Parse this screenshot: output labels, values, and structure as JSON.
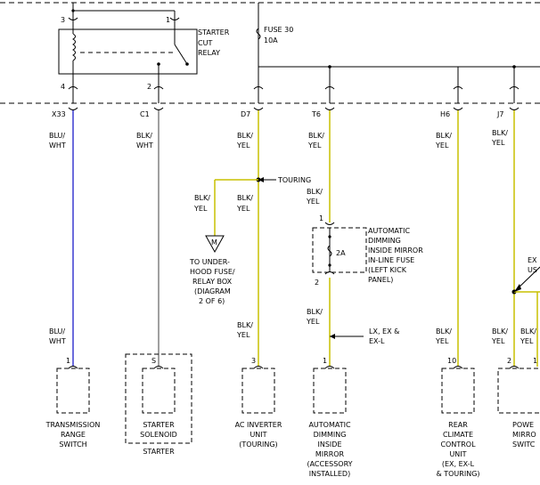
{
  "relay": {
    "label": [
      "STARTER",
      "CUT",
      "RELAY"
    ],
    "pins": {
      "p3": "3",
      "p1": "1",
      "p4": "4",
      "p2": "2"
    }
  },
  "fuse": {
    "name": "FUSE 30",
    "rating": "10A"
  },
  "connectors": [
    {
      "id": "X33",
      "color_code": [
        "BLU/",
        "WHT"
      ]
    },
    {
      "id": "C1",
      "color_code": [
        "BLK/",
        "WHT"
      ]
    },
    {
      "id": "D7",
      "color_code": [
        "BLK/",
        "YEL"
      ]
    },
    {
      "id": "T6",
      "color_code": [
        "BLK/",
        "YEL"
      ]
    },
    {
      "id": "H6",
      "color_code": [
        "BLK/",
        "YEL"
      ]
    },
    {
      "id": "J7",
      "color_code": [
        "BLK/",
        "YEL"
      ]
    }
  ],
  "touring": {
    "label": "TOURING",
    "branch_color": [
      "BLK/",
      "YEL"
    ],
    "main_color": [
      "BLK/",
      "YEL"
    ],
    "ground": "M",
    "ground_label": [
      "TO UNDER-",
      "HOOD FUSE/",
      "RELAY BOX",
      "(DIAGRAM",
      "2 OF 6)"
    ]
  },
  "mirror_fuse": {
    "color_top": [
      "BLK/",
      "YEL"
    ],
    "pin_top": "1",
    "pin_bottom": "2",
    "rating": "2A",
    "label": [
      "AUTOMATIC",
      "DIMMING",
      "INSIDE MIRROR",
      "IN-LINE FUSE",
      "(LEFT KICK",
      "PANEL)"
    ],
    "color_bottom": [
      "BLK/",
      "YEL"
    ],
    "variant": [
      "LX, EX &",
      "EX-L"
    ]
  },
  "lower_wires": {
    "trs": [
      "BLU/",
      "WHT"
    ],
    "inv": [
      "BLK/",
      "YEL"
    ],
    "rear": [
      "BLK/",
      "YEL"
    ],
    "pw1": [
      "BLK/",
      "YEL"
    ],
    "pw2": [
      "BLK/",
      "YEL"
    ]
  },
  "partial_label": [
    "EX",
    "US"
  ],
  "components": [
    {
      "pin": "1",
      "name": [
        "TRANSMISSION",
        "RANGE",
        "SWITCH"
      ]
    },
    {
      "pin": "S",
      "name": [
        "STARTER",
        "SOLENOID"
      ],
      "group": "STARTER"
    },
    {
      "pin": "3",
      "name": [
        "AC INVERTER",
        "UNIT",
        "(TOURING)"
      ]
    },
    {
      "pin": "1",
      "name": [
        "AUTOMATIC",
        "DIMMING",
        "INSIDE",
        "MIRROR",
        "(ACCESSORY",
        "INSTALLED)"
      ]
    },
    {
      "pin": "10",
      "name": [
        "REAR",
        "CLIMATE",
        "CONTROL",
        "UNIT",
        "(EX, EX-L",
        "& TOURING)"
      ]
    },
    {
      "pins": [
        "2",
        "1"
      ],
      "name": [
        "POWE",
        "MIRRO",
        "SWITC"
      ]
    }
  ],
  "colors": {
    "yellow_wire": "#c8c000",
    "blue_wire": "#3a3ad0",
    "gray_wire": "#808080",
    "black": "#000000"
  }
}
